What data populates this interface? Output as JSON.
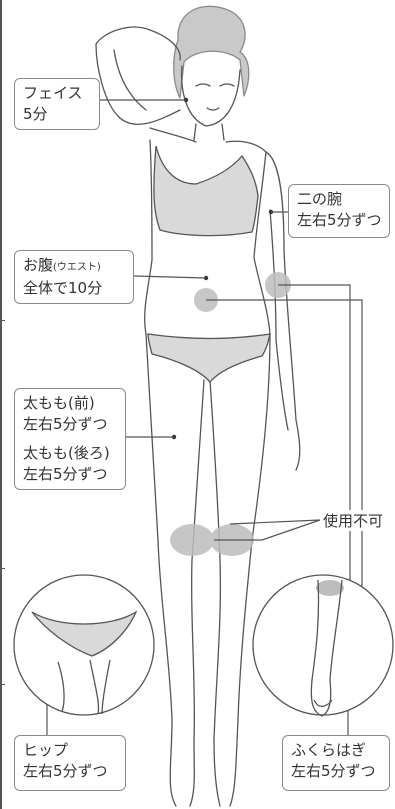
{
  "labels": {
    "face": {
      "line1": "フェイス",
      "line2": "5分"
    },
    "upper_arm": {
      "line1": "二の腕",
      "line2": "左右5分ずつ"
    },
    "belly": {
      "line1_main": "お腹",
      "line1_small": "(ウエスト)",
      "line2": "全体で10分"
    },
    "thigh": {
      "front1": "太もも(前)",
      "front2": "左右5分ずつ",
      "back1": "太もも(後ろ)",
      "back2": "左右5分ずつ"
    },
    "not_usable": "使用不可",
    "hip": {
      "line1": "ヒップ",
      "line2": "左右5分ずつ"
    },
    "calf": {
      "line1": "ふくらはぎ",
      "line2": "左右5分ずつ"
    }
  },
  "colors": {
    "outline": "#555555",
    "garment": "#d9d9d9",
    "spot": "#bdbdbd",
    "box_border": "#8a8a8a",
    "text": "#333333"
  }
}
